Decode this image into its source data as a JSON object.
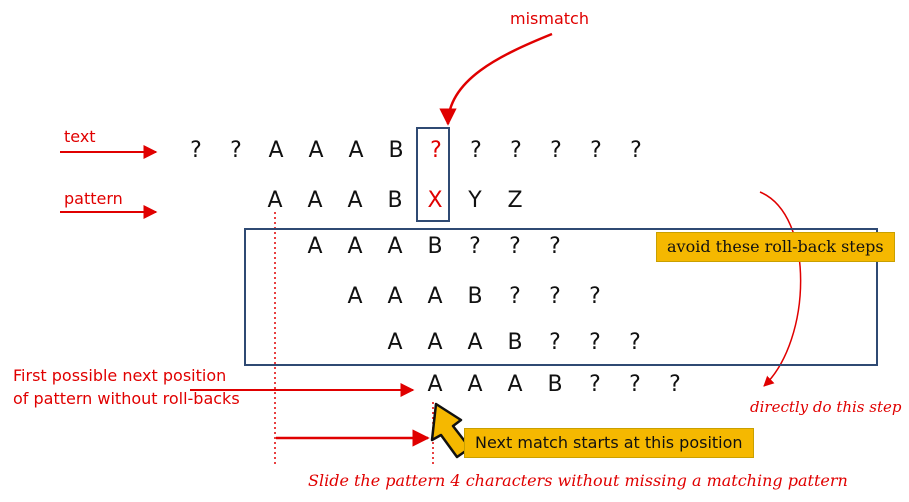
{
  "labels": {
    "mismatch": "mismatch",
    "text": "text",
    "pattern": "pattern",
    "first_possible_line1": "First  possible  next position",
    "first_possible_line2": "of pattern  without  roll-backs",
    "avoid_steps": "avoid these roll-back steps",
    "directly": "directly do this step",
    "next_match": "Next match  starts at this position",
    "slide": "Slide the pattern 4 characters without missing a matching pattern"
  },
  "rows": {
    "text": [
      "?",
      "?",
      "A",
      "A",
      "A",
      "B",
      "?",
      "?",
      "?",
      "?",
      "?",
      "?"
    ],
    "pattern": [
      "A",
      "A",
      "A",
      "B",
      "X",
      "Y",
      "Z"
    ],
    "rollback1": [
      "A",
      "A",
      "A",
      "B",
      "?",
      "?",
      "?"
    ],
    "rollback2": [
      "A",
      "A",
      "A",
      "B",
      "?",
      "?",
      "?"
    ],
    "rollback3": [
      "A",
      "A",
      "A",
      "B",
      "?",
      "?",
      "?"
    ],
    "next": [
      "A",
      "A",
      "A",
      "B",
      "?",
      "?",
      "?"
    ]
  },
  "highlight": {
    "text_index": 6,
    "pattern_index": 4
  },
  "colors": {
    "accent_red": "#e00000",
    "callout": "#f5b800",
    "frame": "#2f4a73"
  }
}
